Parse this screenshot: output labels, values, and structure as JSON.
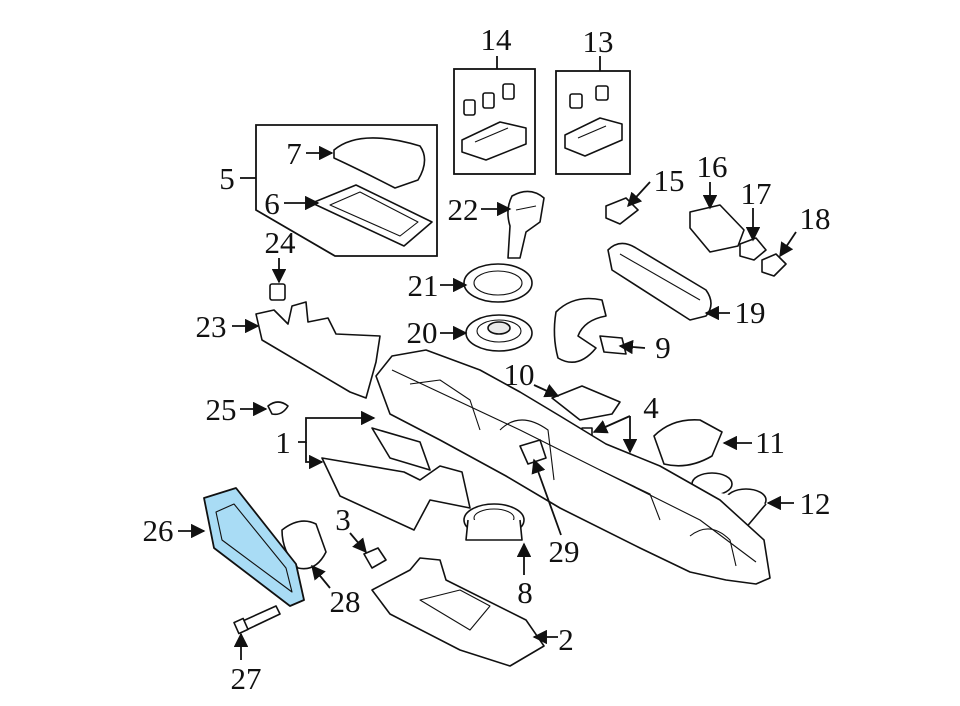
{
  "callouts": [
    {
      "id": "c1",
      "label": "1"
    },
    {
      "id": "c2",
      "label": "2"
    },
    {
      "id": "c3",
      "label": "3"
    },
    {
      "id": "c4",
      "label": "4"
    },
    {
      "id": "c5",
      "label": "5"
    },
    {
      "id": "c6",
      "label": "6"
    },
    {
      "id": "c7",
      "label": "7"
    },
    {
      "id": "c8",
      "label": "8"
    },
    {
      "id": "c9",
      "label": "9"
    },
    {
      "id": "c10",
      "label": "10"
    },
    {
      "id": "c11",
      "label": "11"
    },
    {
      "id": "c12",
      "label": "12"
    },
    {
      "id": "c13",
      "label": "13"
    },
    {
      "id": "c14",
      "label": "14"
    },
    {
      "id": "c15",
      "label": "15"
    },
    {
      "id": "c16",
      "label": "16"
    },
    {
      "id": "c17",
      "label": "17"
    },
    {
      "id": "c18",
      "label": "18"
    },
    {
      "id": "c19",
      "label": "19"
    },
    {
      "id": "c20",
      "label": "20"
    },
    {
      "id": "c21",
      "label": "21"
    },
    {
      "id": "c22",
      "label": "22"
    },
    {
      "id": "c23",
      "label": "23"
    },
    {
      "id": "c24",
      "label": "24"
    },
    {
      "id": "c25",
      "label": "25"
    },
    {
      "id": "c26",
      "label": "26"
    },
    {
      "id": "c27",
      "label": "27"
    },
    {
      "id": "c28",
      "label": "28"
    },
    {
      "id": "c29",
      "label": "29"
    }
  ],
  "highlight": {
    "part": "26",
    "color": "#a9dcf5"
  }
}
